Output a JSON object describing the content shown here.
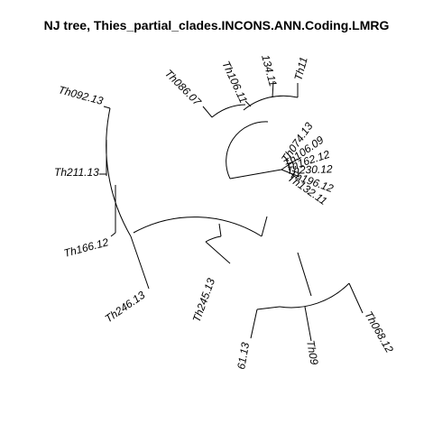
{
  "title": "NJ tree,  Thies_partial_clades.INCONS.ANN.Coding.LMRG",
  "tips": [
    "Th11",
    "134.11",
    "Th106.11",
    "Th086.07",
    "Th092.13",
    "Th211.13",
    "Th166.12",
    "Th246.13",
    "Th245.13",
    "61.13",
    "Th09",
    "Th068.12",
    "Th074.13",
    "Th106.09",
    "Th162.12",
    "Th230.12",
    "Th196.12",
    "Th132.11"
  ]
}
